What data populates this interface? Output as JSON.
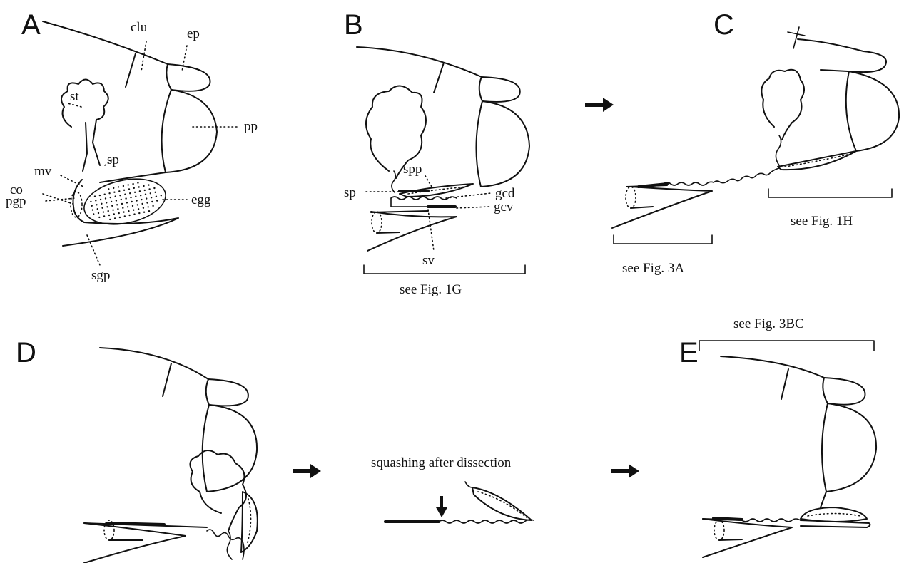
{
  "panels": {
    "A": {
      "letter": "A",
      "labels": {
        "clu": "clu",
        "ep": "ep",
        "st": "st",
        "pp": "pp",
        "sp": "sp",
        "mv": "mv",
        "co": "co",
        "egg": "egg",
        "pgp": "pgp",
        "sgp": "sgp"
      }
    },
    "B": {
      "letter": "B",
      "labels": {
        "spp": "spp",
        "sp": "sp",
        "gcd": "gcd",
        "gcv": "gcv",
        "sv": "sv"
      },
      "ref": "see Fig. 1G"
    },
    "C": {
      "letter": "C",
      "ref_left": "see Fig. 3A",
      "ref_right": "see Fig. 1H"
    },
    "D": {
      "letter": "D",
      "caption": "squashing after dissection"
    },
    "E": {
      "letter": "E",
      "ref": "see Fig. 3BC"
    }
  }
}
